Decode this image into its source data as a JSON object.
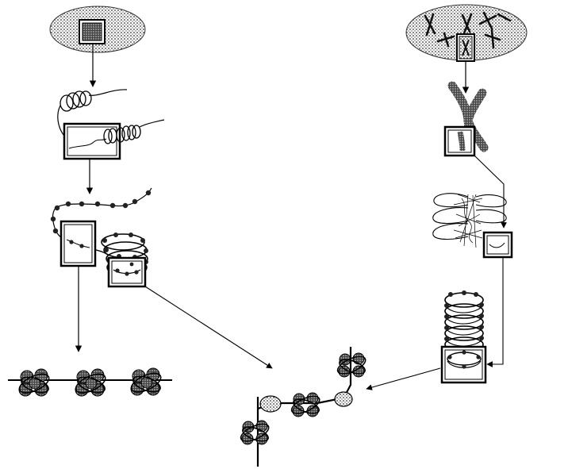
{
  "diagram": {
    "labels": [],
    "colors": {
      "ink": "#000000",
      "stipple": "#555555",
      "stipple_light": "#9a9a9a",
      "box_fill": "#ffffff",
      "paper": "#ffffff"
    },
    "left_pathway": {
      "stages": [
        "interphase-nucleus",
        "chromatin-fiber",
        "beads-on-string",
        "nucleosomes"
      ]
    },
    "right_pathway": {
      "stages": [
        "mitotic-nucleus",
        "metaphase-chromosome",
        "looped-domains",
        "solenoid-fiber"
      ]
    },
    "shared_endpoint": "nucleosome-cluster"
  }
}
